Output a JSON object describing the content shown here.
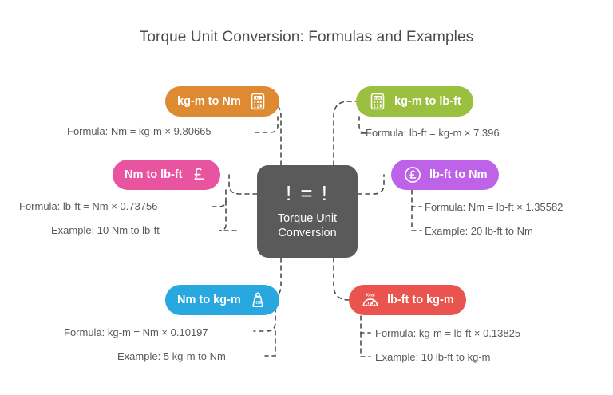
{
  "title": "Torque Unit Conversion: Formulas and Examples",
  "center": {
    "icon": "balance-scale-icon",
    "icon_glyph": "! = !",
    "label_line1": "Torque Unit",
    "label_line2": "Conversion",
    "color": "#5a5a5a"
  },
  "branches": [
    {
      "id": "kgm-nm",
      "label": "kg-m to Nm",
      "icon": "calculator-kj-icon",
      "color": "#DD8A33",
      "icon_side": "right",
      "leaves": [
        {
          "id": "kgm-nm-formula",
          "text": "Formula: Nm = kg-m × 9.80665",
          "align": "right"
        }
      ]
    },
    {
      "id": "kgm-lbft",
      "label": "kg-m to lb-ft",
      "icon": "calculator-kcal-icon",
      "color": "#9BBF3F",
      "icon_side": "left",
      "leaves": [
        {
          "id": "kgm-lbft-formula",
          "text": "Formula: lb-ft = kg-m × 7.396",
          "align": "left"
        }
      ]
    },
    {
      "id": "nm-lbft",
      "label": "Nm to lb-ft",
      "icon": "pound-sterling-icon",
      "color": "#E8549F",
      "icon_side": "right",
      "leaves": [
        {
          "id": "nm-lbft-formula",
          "text": "Formula: lb-ft = Nm × 0.73756",
          "align": "right"
        },
        {
          "id": "nm-lbft-example",
          "text": "Example: 10 Nm to lb-ft",
          "align": "right"
        }
      ]
    },
    {
      "id": "lbft-nm",
      "label": "lb-ft to Nm",
      "icon": "pound-sterling-circle-icon",
      "color": "#BE63E8",
      "icon_side": "left",
      "leaves": [
        {
          "id": "lbft-nm-formula",
          "text": "Formula: Nm = lb-ft × 1.35582",
          "align": "left"
        },
        {
          "id": "lbft-nm-example",
          "text": "Example: 20 lb-ft to Nm",
          "align": "left"
        }
      ]
    },
    {
      "id": "nm-kgm",
      "label": "Nm to kg-m",
      "icon": "kg-weight-icon",
      "color": "#29A8DF",
      "icon_side": "right",
      "leaves": [
        {
          "id": "nm-kgm-formula",
          "text": "Formula: kg-m = Nm × 0.10197",
          "align": "right"
        },
        {
          "id": "nm-kgm-example",
          "text": "Example: 5 kg-m to Nm",
          "align": "right"
        }
      ]
    },
    {
      "id": "lbft-kgm",
      "label": "lb-ft to kg-m",
      "icon": "kcal-scale-icon",
      "color": "#E9554E",
      "icon_side": "left",
      "leaves": [
        {
          "id": "lbft-kgm-formula",
          "text": "Formula: kg-m = lb-ft × 0.13825",
          "align": "left"
        },
        {
          "id": "lbft-kgm-example",
          "text": "Example: 10 lb-ft to kg-m",
          "align": "left"
        }
      ]
    }
  ],
  "colors": {
    "background": "#ffffff",
    "title_text": "#4c4c4c",
    "leaf_text": "#595959",
    "connector": "#4d4d4d"
  }
}
